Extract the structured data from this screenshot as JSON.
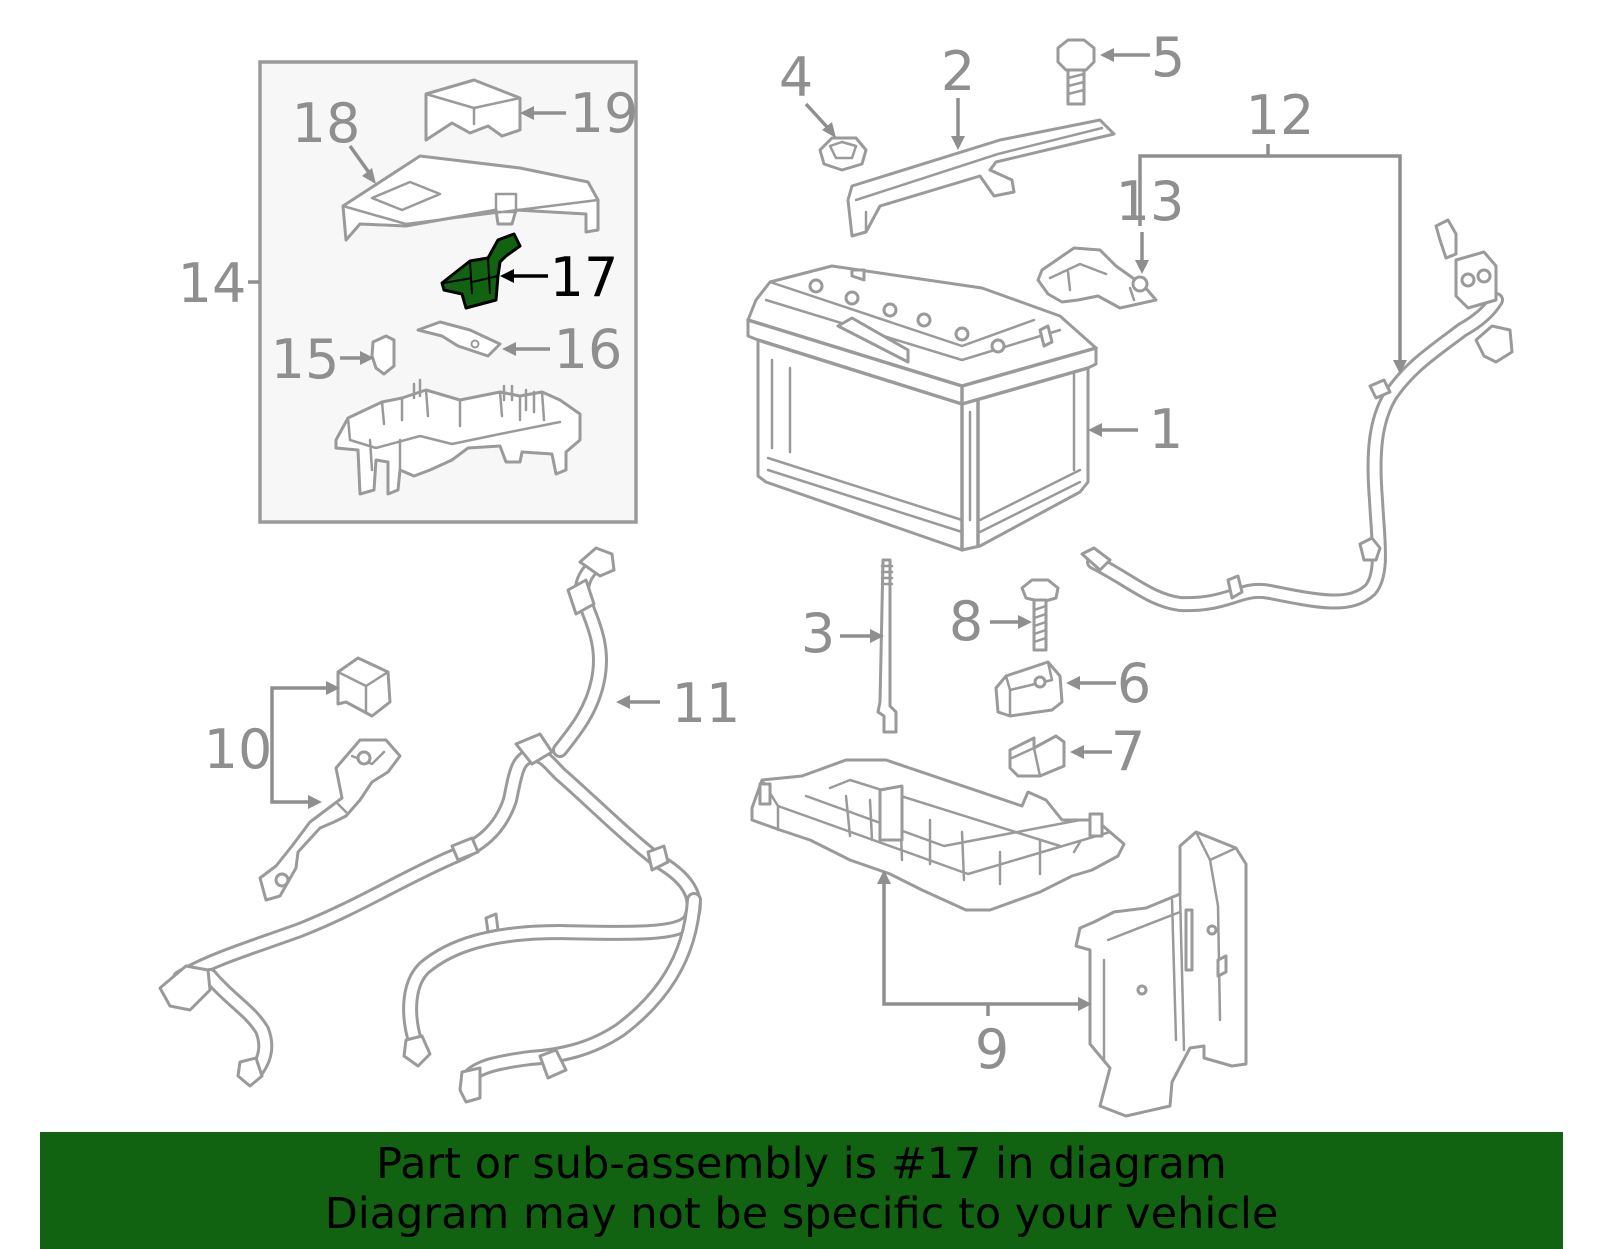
{
  "callouts": {
    "c1": "1",
    "c2": "2",
    "c3": "3",
    "c4": "4",
    "c5": "5",
    "c6": "6",
    "c7": "7",
    "c8": "8",
    "c9": "9",
    "c10": "10",
    "c11": "11",
    "c12": "12",
    "c13": "13",
    "c14": "14",
    "c15": "15",
    "c16": "16",
    "c17": "17",
    "c18": "18",
    "c19": "19"
  },
  "highlight": {
    "part_number": "17",
    "color": "#116211"
  },
  "colors": {
    "line": "#9a9a9a",
    "label": "#8f8f8f",
    "banner": "#116211"
  },
  "footer": {
    "line1": "Part or sub-assembly is #17 in diagram",
    "line2": "Diagram may not be specific to your vehicle"
  }
}
